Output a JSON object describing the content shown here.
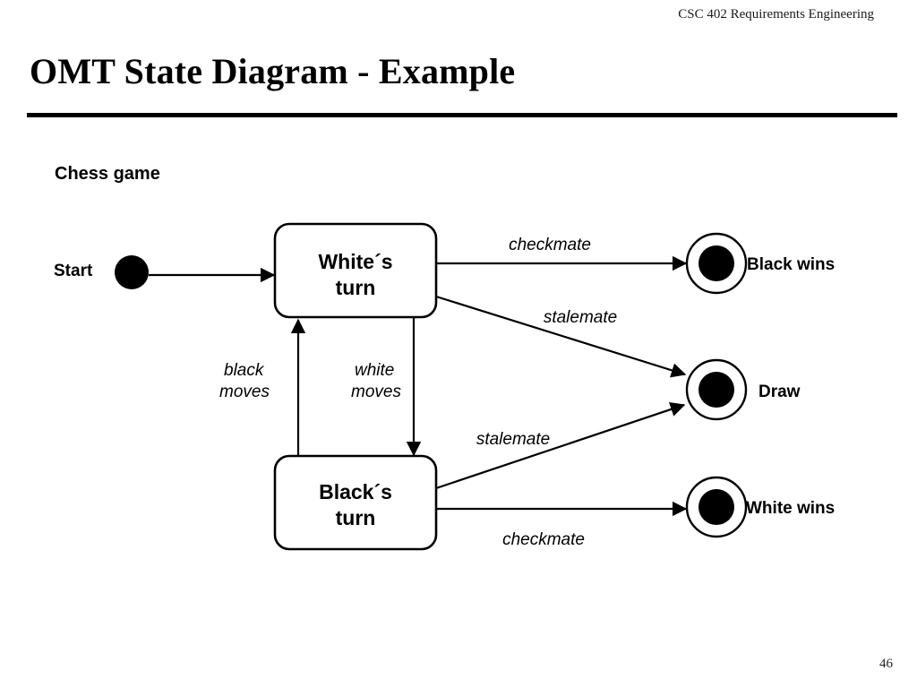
{
  "header": {
    "course": "CSC 402 Requirements Engineering"
  },
  "title": "OMT State Diagram - Example",
  "caption": "Chess game",
  "page_number": "46",
  "diagram": {
    "type": "omt-state-diagram",
    "start": {
      "label": "Start",
      "icon": "filled-circle"
    },
    "states": [
      {
        "id": "whites-turn",
        "label_line1": "White´s",
        "label_line2": "turn"
      },
      {
        "id": "blacks-turn",
        "label_line1": "Black´s",
        "label_line2": "turn"
      }
    ],
    "final_states": [
      {
        "id": "black-wins",
        "label": "Black wins"
      },
      {
        "id": "draw",
        "label": "Draw"
      },
      {
        "id": "white-wins",
        "label": "White wins"
      }
    ],
    "transitions": [
      {
        "id": "start-to-whites",
        "from": "start",
        "to": "whites-turn",
        "label": ""
      },
      {
        "id": "whites-checkmate",
        "from": "whites-turn",
        "to": "black-wins",
        "label": "checkmate"
      },
      {
        "id": "whites-stalemate",
        "from": "whites-turn",
        "to": "draw",
        "label": "stalemate"
      },
      {
        "id": "white-moves",
        "from": "whites-turn",
        "to": "blacks-turn",
        "label_line1": "white",
        "label_line2": "moves"
      },
      {
        "id": "black-moves",
        "from": "blacks-turn",
        "to": "whites-turn",
        "label_line1": "black",
        "label_line2": "moves"
      },
      {
        "id": "blacks-stalemate",
        "from": "blacks-turn",
        "to": "draw",
        "label": "stalemate"
      },
      {
        "id": "blacks-checkmate",
        "from": "blacks-turn",
        "to": "white-wins",
        "label": "checkmate"
      }
    ]
  },
  "colors": {
    "ink": "#000000",
    "background": "#ffffff"
  }
}
